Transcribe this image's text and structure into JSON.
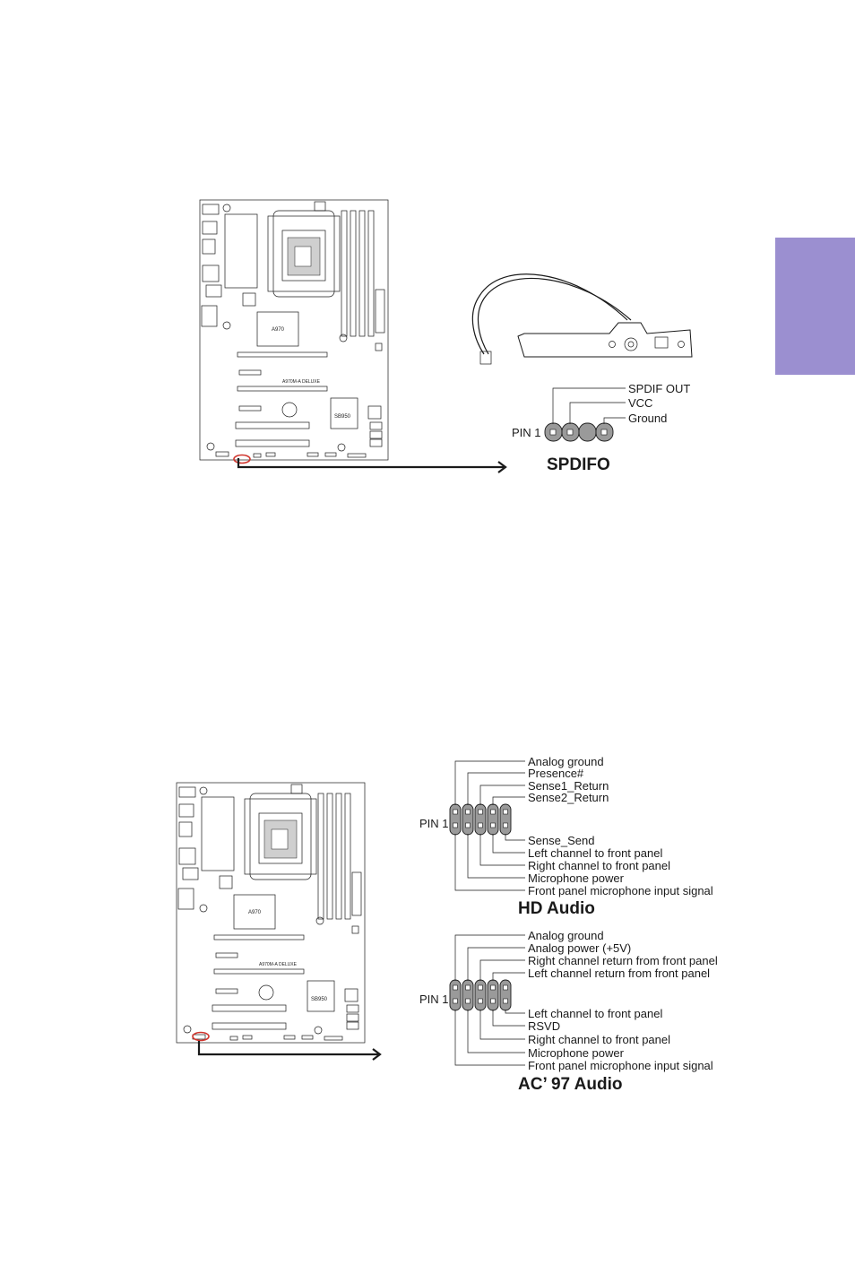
{
  "board": {
    "chip_north": "A970",
    "chip_south": "SB950",
    "model": "A970M-A DELUXE"
  },
  "spdif": {
    "title": "SPDIFO",
    "pin1": "PIN 1",
    "pins": [
      "SPDIF OUT",
      "VCC",
      "Ground"
    ]
  },
  "hd_audio": {
    "title": "HD Audio",
    "pin1": "PIN 1",
    "top_pins": [
      "Analog ground",
      "Presence#",
      "Sense1_Return",
      "Sense2_Return"
    ],
    "bottom_pins": [
      "Sense_Send",
      "Left channel to front panel",
      "Right channel to front panel",
      "Microphone power",
      "Front panel microphone input signal"
    ]
  },
  "ac97_audio": {
    "title": "AC’ 97 Audio",
    "pin1": "PIN 1",
    "top_pins": [
      "Analog ground",
      "Analog power (+5V)",
      "Right channel return from front panel",
      "Left channel return from front panel"
    ],
    "bottom_pins": [
      "Left channel to front panel",
      "RSVD",
      "Right channel to front panel",
      "Microphone power",
      "Front panel microphone input signal"
    ]
  },
  "colors": {
    "side_tab": "#9b8fd0",
    "highlight": "#d0342c"
  }
}
